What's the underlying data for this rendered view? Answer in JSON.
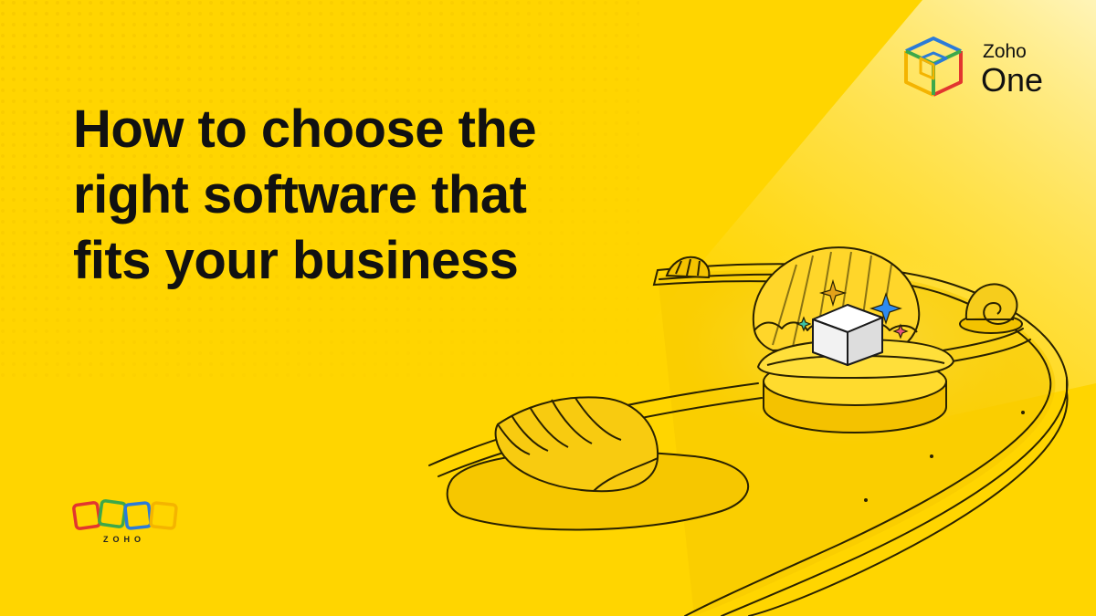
{
  "headline": {
    "line1": "How to choose the",
    "line2": "right software that",
    "line3": "fits your business"
  },
  "product_logo": {
    "brand": "Zoho",
    "name": "One",
    "icon": "cube-icon"
  },
  "company_logo": {
    "wordmark": "ZOHO",
    "icon": "zoho-squares-logo"
  },
  "illustration": {
    "items": [
      "spotlight",
      "track",
      "seashell",
      "snail-shell",
      "scallop-shell",
      "white-cube",
      "sparkles"
    ]
  },
  "colors": {
    "background": "#FFD500",
    "text": "#111111",
    "cube_blue": "#2B7BD8",
    "cube_green": "#3DA84A",
    "cube_red": "#E2362F",
    "cube_yellow": "#F4B400",
    "sparkle_blue": "#2E8BF0",
    "sparkle_gold": "#E3A21A"
  }
}
